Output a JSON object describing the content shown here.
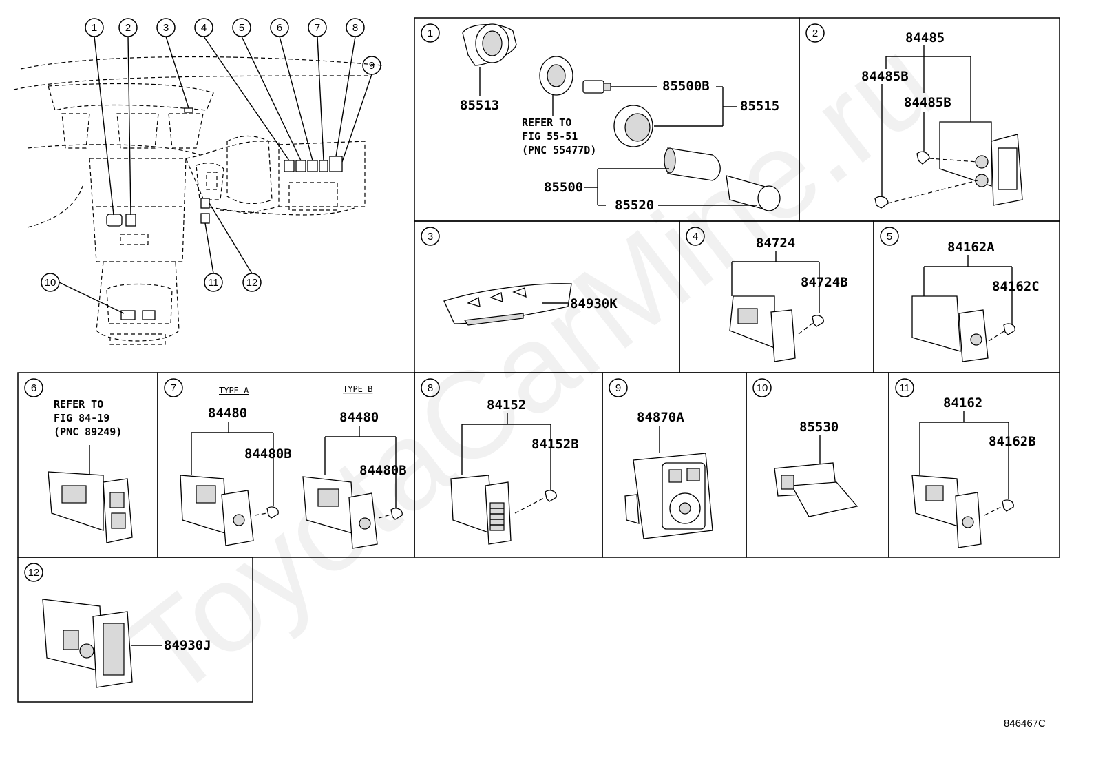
{
  "watermark": "ToyotaCarMine.ru",
  "figure_ref": "846467C",
  "overview_callouts": [
    "1",
    "2",
    "3",
    "4",
    "5",
    "6",
    "7",
    "8",
    "9",
    "10",
    "11",
    "12"
  ],
  "sections": {
    "s1": {
      "num": "1",
      "parts": [
        "85513",
        "85500B",
        "85515",
        "85500",
        "85520"
      ],
      "note": [
        "REFER TO",
        "FIG 55-51",
        "(PNC 55477D)"
      ]
    },
    "s2": {
      "num": "2",
      "parts": [
        "84485",
        "84485B",
        "84485B"
      ]
    },
    "s3": {
      "num": "3",
      "parts": [
        "84930K"
      ]
    },
    "s4": {
      "num": "4",
      "parts": [
        "84724",
        "84724B"
      ]
    },
    "s5": {
      "num": "5",
      "parts": [
        "84162A",
        "84162C"
      ]
    },
    "s6": {
      "num": "6",
      "note": [
        "REFER TO",
        "FIG 84-19",
        "(PNC 89249)"
      ]
    },
    "s7": {
      "num": "7",
      "type_a": "TYPE A",
      "type_b": "TYPE B",
      "parts": [
        "84480",
        "84480B",
        "84480",
        "84480B"
      ]
    },
    "s8": {
      "num": "8",
      "parts": [
        "84152",
        "84152B"
      ]
    },
    "s9": {
      "num": "9",
      "parts": [
        "84870A"
      ]
    },
    "s10": {
      "num": "10",
      "parts": [
        "85530"
      ]
    },
    "s11": {
      "num": "11",
      "parts": [
        "84162",
        "84162B"
      ]
    },
    "s12": {
      "num": "12",
      "parts": [
        "84930J"
      ]
    }
  }
}
